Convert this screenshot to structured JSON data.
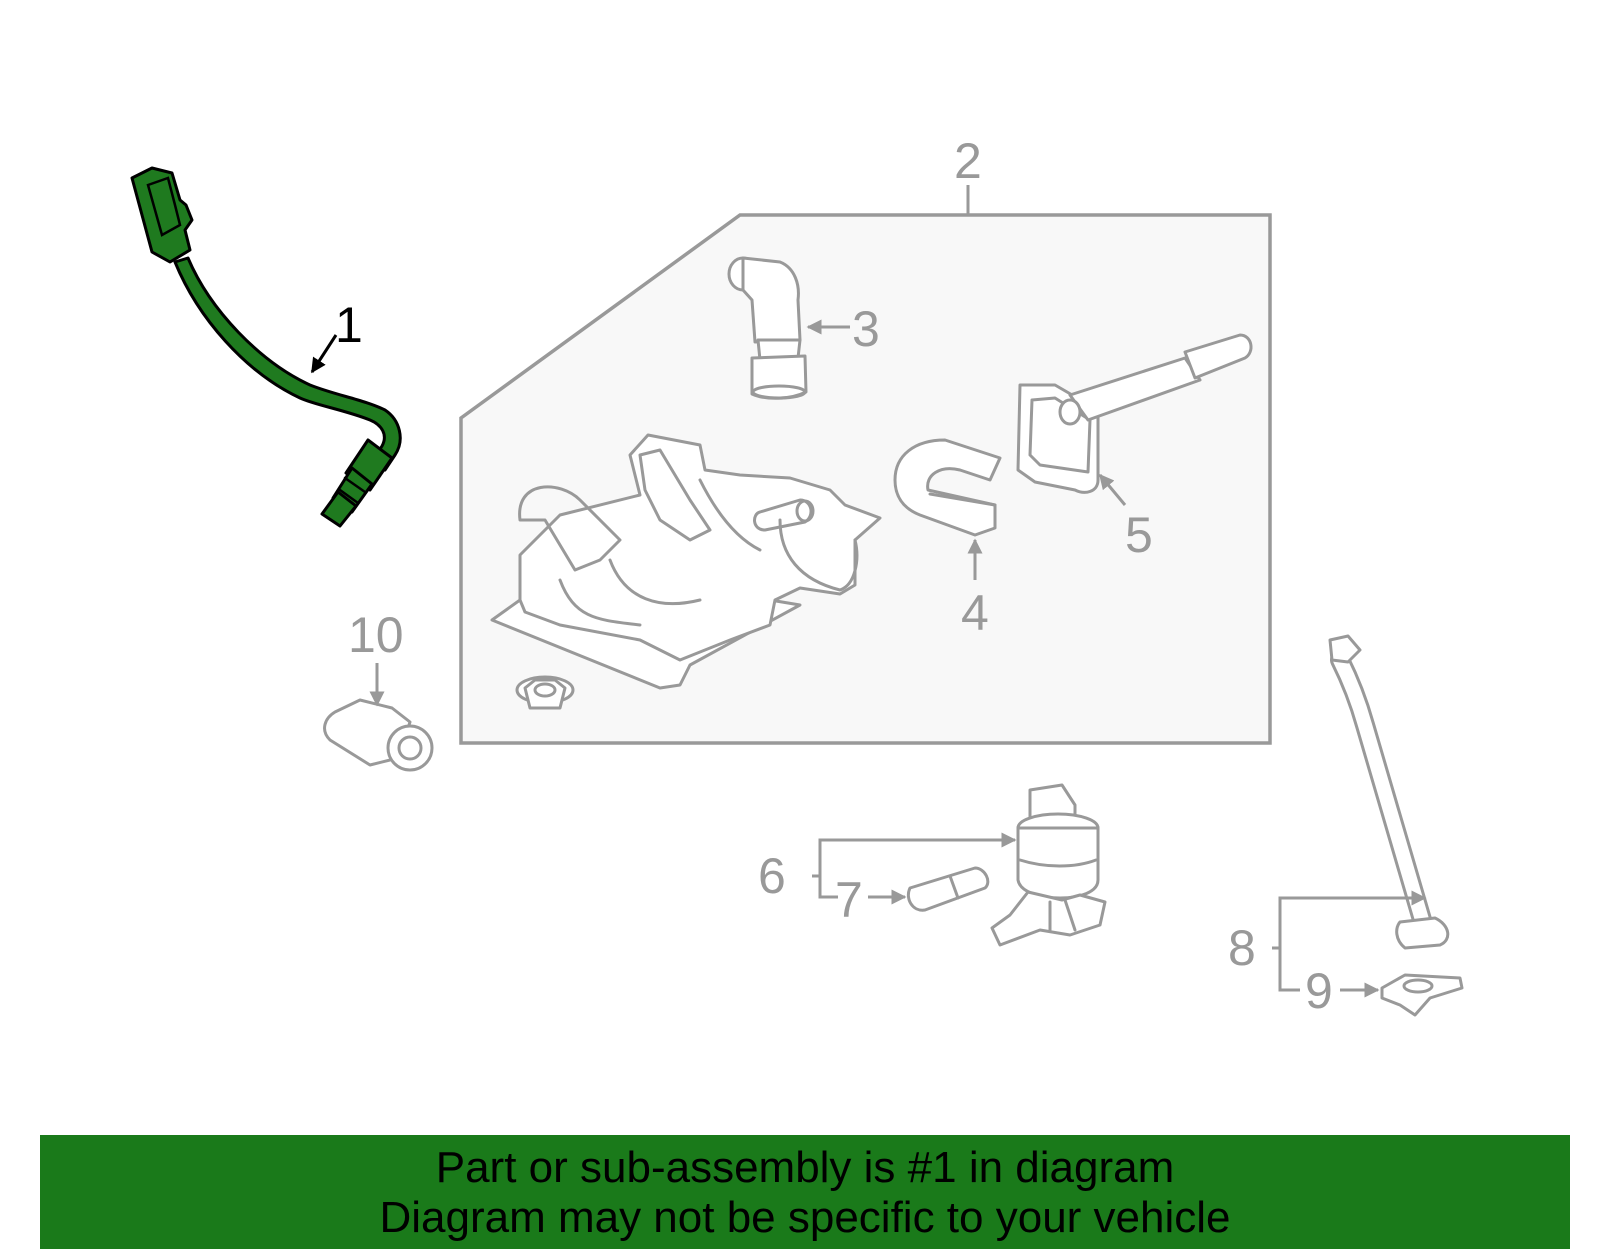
{
  "callouts": {
    "c1": "1",
    "c2": "2",
    "c3": "3",
    "c4": "4",
    "c5": "5",
    "c6": "6",
    "c7": "7",
    "c8": "8",
    "c9": "9",
    "c10": "10"
  },
  "banner": {
    "line1": "Part or sub-assembly is #1 in diagram",
    "line2": "Diagram may not be specific to your vehicle"
  },
  "colors": {
    "highlight_part": "#1f7a1f",
    "banner_bg": "#1a7a1a",
    "line_art": "#999999",
    "assembly_box_fill": "#f8f8f8"
  }
}
